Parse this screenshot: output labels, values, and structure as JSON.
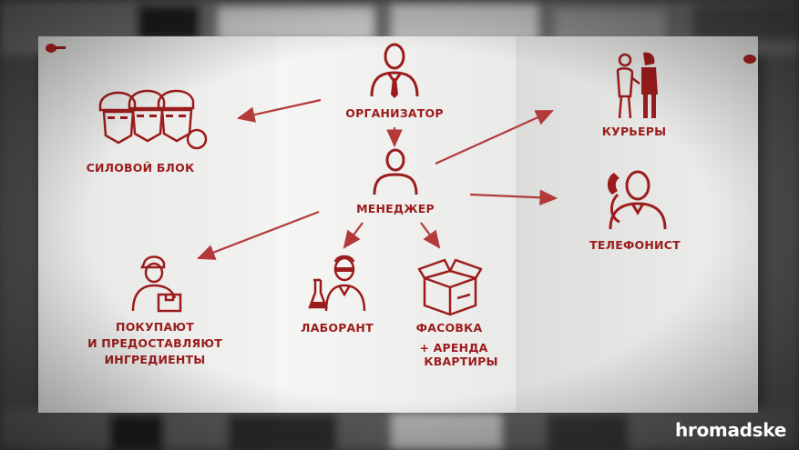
{
  "nodes": {
    "organizer": "ОРГАНИЗАТОР",
    "force_block": "СИЛОВОЙ БЛОК",
    "couriers": "КУРЬЕРЫ",
    "manager": "МЕНЕДЖЕР",
    "telephonist": "ТЕЛЕФОНИСТ",
    "buyers": [
      "ПОКУПАЮТ",
      "И ПРЕДОСТАВЛЯЮТ",
      "ИНГРЕДИЕНТЫ"
    ],
    "lab": "ЛАБОРАНТ",
    "packing": "ФАСОВКА",
    "packing_extra": [
      "+ АРЕНДА",
      "КВАРТИРЫ"
    ]
  },
  "brand": "hromadske",
  "colors": {
    "ink": "#9b1c1c",
    "paper": "#f1f1ef",
    "background": "#2a2a2a"
  },
  "icons": [
    "businessman-icon",
    "masked-gang-icon",
    "couriers-icon",
    "manager-icon",
    "phone-operator-icon",
    "delivery-person-icon",
    "lab-scientist-icon",
    "open-box-icon"
  ]
}
